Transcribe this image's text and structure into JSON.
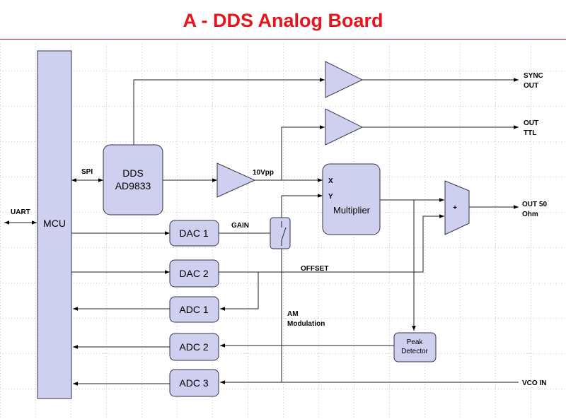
{
  "title": "A - DDS Analog Board",
  "colors": {
    "title": "#e8141c",
    "block_fill": "#cfcfef",
    "block_stroke": "#333344",
    "wire": "#222222"
  },
  "blocks": {
    "mcu": "MCU",
    "dds_line1": "DDS",
    "dds_line2": "AD9833",
    "dac1": "DAC 1",
    "dac2": "DAC 2",
    "adc1": "ADC 1",
    "adc2": "ADC 2",
    "adc3": "ADC 3",
    "multiplier": "Multiplier",
    "mult_x": "X",
    "mult_y": "Y",
    "peak_line1": "Peak",
    "peak_line2": "Detector",
    "summer": "+"
  },
  "labels": {
    "uart": "UART",
    "spi": "SPI",
    "vpp": "10Vpp",
    "gain": "GAIN",
    "offset": "OFFSET",
    "am_line1": "AM",
    "am_line2": "Modulation",
    "sync_line1": "SYNC",
    "sync_line2": "OUT",
    "ttl_line1": "OUT",
    "ttl_line2": "TTL",
    "out50_line1": "OUT 50",
    "out50_line2": "Ohm",
    "vco_in": "VCO IN"
  }
}
